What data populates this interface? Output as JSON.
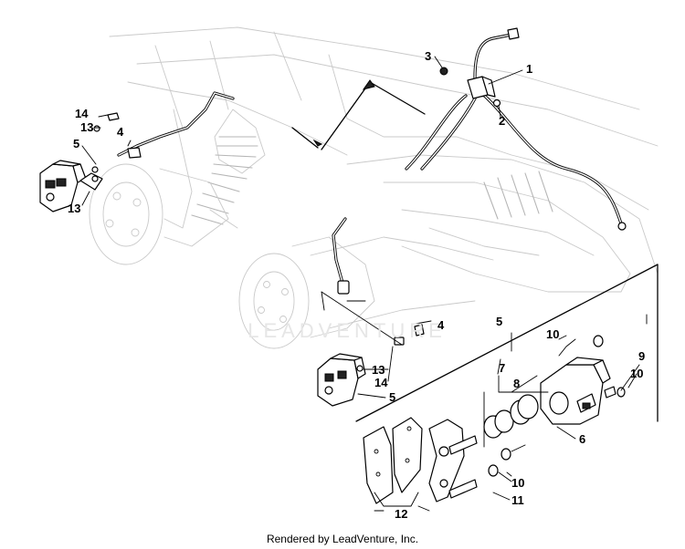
{
  "watermark": "LEADVENTURE",
  "footer": "Rendered by LeadVenture, Inc.",
  "callouts": {
    "c1": "1",
    "c2": "2",
    "c3": "3",
    "c4_upper": "4",
    "c4_lower": "4",
    "c5_upper": "5",
    "c5_lower": "5",
    "c5_exploded": "5",
    "c6": "6",
    "c7": "7",
    "c8": "8",
    "c9": "9",
    "c10_a": "10",
    "c10_b": "10",
    "c10_c": "10",
    "c11": "11",
    "c12": "12",
    "c13_a": "13",
    "c13_b": "13",
    "c13_c": "13",
    "c14_a": "14",
    "c14_b": "14"
  }
}
